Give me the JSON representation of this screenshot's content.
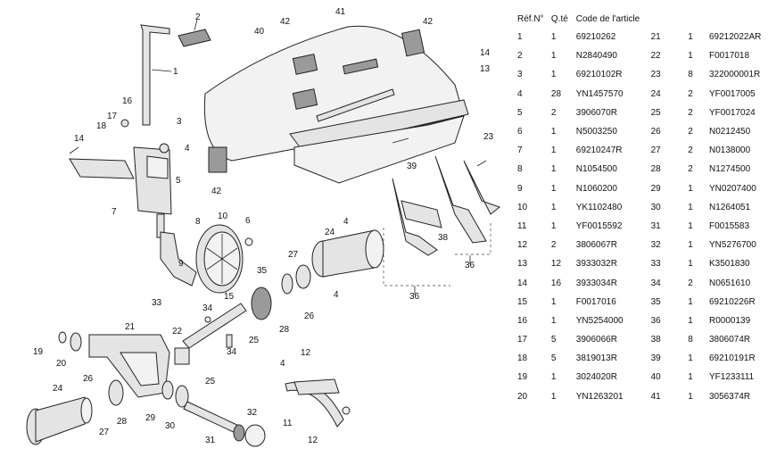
{
  "table": {
    "headers": {
      "ref": "Réf.N°",
      "qty": "Q.té",
      "code": "Code de l'article"
    },
    "rows": [
      {
        "ref": "1",
        "qty": "1",
        "code": "69210262",
        "ref2": "21",
        "qty2": "1",
        "code2": "69212022AR"
      },
      {
        "ref": "2",
        "qty": "1",
        "code": "N2840490",
        "ref2": "22",
        "qty2": "1",
        "code2": "F0017018"
      },
      {
        "ref": "3",
        "qty": "1",
        "code": "69210102R",
        "ref2": "23",
        "qty2": "8",
        "code2": "322000001R"
      },
      {
        "ref": "4",
        "qty": "28",
        "code": "YN1457570",
        "ref2": "24",
        "qty2": "2",
        "code2": "YF0017005"
      },
      {
        "ref": "5",
        "qty": "2",
        "code": "3906070R",
        "ref2": "25",
        "qty2": "2",
        "code2": "YF0017024"
      },
      {
        "ref": "6",
        "qty": "1",
        "code": "N5003250",
        "ref2": "26",
        "qty2": "2",
        "code2": "N0212450"
      },
      {
        "ref": "7",
        "qty": "1",
        "code": "69210247R",
        "ref2": "27",
        "qty2": "2",
        "code2": "N0138000"
      },
      {
        "ref": "8",
        "qty": "1",
        "code": "N1054500",
        "ref2": "28",
        "qty2": "2",
        "code2": "N1274500"
      },
      {
        "ref": "9",
        "qty": "1",
        "code": "N1060200",
        "ref2": "29",
        "qty2": "1",
        "code2": "YN0207400"
      },
      {
        "ref": "10",
        "qty": "1",
        "code": "YK1102480",
        "ref2": "30",
        "qty2": "1",
        "code2": "N1264051"
      },
      {
        "ref": "11",
        "qty": "1",
        "code": "YF0015592",
        "ref2": "31",
        "qty2": "1",
        "code2": "F0015583"
      },
      {
        "ref": "12",
        "qty": "2",
        "code": "3806067R",
        "ref2": "32",
        "qty2": "1",
        "code2": "YN5276700"
      },
      {
        "ref": "13",
        "qty": "12",
        "code": "3933032R",
        "ref2": "33",
        "qty2": "1",
        "code2": "K3501830"
      },
      {
        "ref": "14",
        "qty": "16",
        "code": "3933034R",
        "ref2": "34",
        "qty2": "2",
        "code2": "N0651610"
      },
      {
        "ref": "15",
        "qty": "1",
        "code": "F0017016",
        "ref2": "35",
        "qty2": "1",
        "code2": "69210226R"
      },
      {
        "ref": "16",
        "qty": "1",
        "code": "YN5254000",
        "ref2": "36",
        "qty2": "1",
        "code2": "R0000139"
      },
      {
        "ref": "17",
        "qty": "5",
        "code": "3906066R",
        "ref2": "38",
        "qty2": "8",
        "code2": "3806074R"
      },
      {
        "ref": "18",
        "qty": "5",
        "code": "3819013R",
        "ref2": "39",
        "qty2": "1",
        "code2": "69210191R"
      },
      {
        "ref": "19",
        "qty": "1",
        "code": "3024020R",
        "ref2": "40",
        "qty2": "1",
        "code2": "YF1233111"
      },
      {
        "ref": "20",
        "qty": "1",
        "code": "YN1263201",
        "ref2": "41",
        "qty2": "1",
        "code2": "3056374R"
      }
    ]
  },
  "callouts": {
    "n2": "2",
    "n42a": "42",
    "n41": "41",
    "n42b": "42",
    "n40": "40",
    "n14a": "14",
    "n13": "13",
    "n1": "1",
    "n16": "16",
    "n17": "17",
    "n18": "18",
    "n3": "3",
    "n4a": "4",
    "n14b": "14",
    "n5": "5",
    "n7": "7",
    "n42c": "42",
    "n39": "39",
    "n23": "23",
    "n8": "8",
    "n10": "10",
    "n6": "6",
    "n4b": "4",
    "n24": "24",
    "n38": "38",
    "n9": "9",
    "n27": "27",
    "n35": "35",
    "n36a": "36",
    "n36b": "36",
    "n4c": "4",
    "n33": "33",
    "n15": "15",
    "n34a": "34",
    "n26": "26",
    "n28": "28",
    "n21": "21",
    "n22": "22",
    "n25a": "25",
    "n34b": "34",
    "n19": "19",
    "n20": "20",
    "n25b": "25",
    "n12a": "12",
    "n4d": "4",
    "n24b": "24",
    "n26b": "26",
    "n29": "29",
    "n30": "30",
    "n27b": "27",
    "n28b": "28",
    "n11": "11",
    "n32": "32",
    "n31": "31",
    "n12b": "12"
  }
}
